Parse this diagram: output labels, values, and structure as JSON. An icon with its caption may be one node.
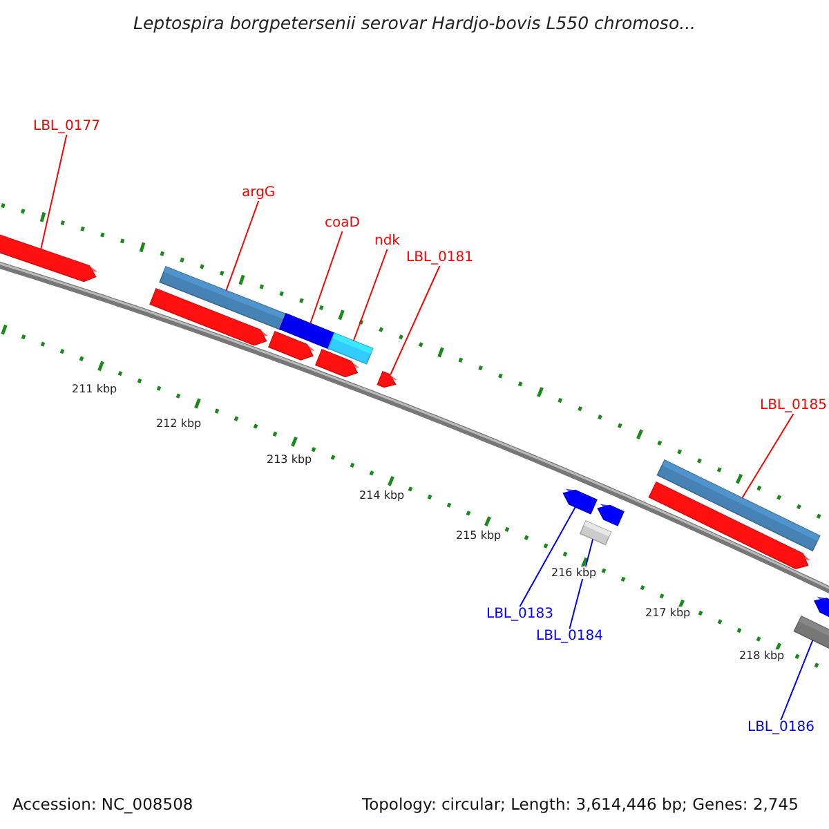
{
  "diagram": {
    "title": "Leptospira borgpetersenii serovar Hardjo-bovis L550 chromoso...",
    "nodes": [
      {
        "text": [
          "LBL_0177"
        ]
      },
      {
        "text": [
          "argG"
        ]
      },
      {
        "text": [
          "coaD"
        ]
      },
      {
        "text": [
          "ndk"
        ]
      },
      {
        "text": [
          "LBL_0181"
        ]
      },
      {
        "text": [
          "LBL_0185"
        ]
      },
      {
        "text": [
          "LBL_0183"
        ]
      },
      {
        "text": [
          "LBL_0184"
        ]
      },
      {
        "text": [
          "LBL_0186"
        ]
      },
      {
        "text": [],
        "shape": "arrow"
      },
      {
        "text": [],
        "shape": "bar"
      },
      {
        "text": [],
        "shape": "bar"
      },
      {
        "text": [],
        "shape": "bar"
      },
      {
        "text": [],
        "shape": "arrow"
      },
      {
        "text": [],
        "shape": "arrow"
      },
      {
        "text": [],
        "shape": "arrow"
      },
      {
        "text": [],
        "shape": "arrow"
      },
      {
        "text": [],
        "shape": "arrow"
      },
      {
        "text": [],
        "shape": "arrow"
      },
      {
        "text": [],
        "shape": "bar"
      },
      {
        "text": [],
        "shape": "bar"
      },
      {
        "text": [],
        "shape": "arrow"
      },
      {
        "text": [],
        "shape": "arrow"
      },
      {
        "text": [],
        "shape": "bar"
      }
    ],
    "edges": [
      {
        "from": 0,
        "to": 9,
        "arrow": "none"
      },
      {
        "from": 1,
        "to": 10,
        "arrow": "none"
      },
      {
        "from": 2,
        "to": 11,
        "arrow": "none"
      },
      {
        "from": 3,
        "to": 12,
        "arrow": "none"
      },
      {
        "from": 4,
        "to": 16,
        "arrow": "none"
      },
      {
        "from": 5,
        "to": 20,
        "arrow": "none"
      },
      {
        "from": 6,
        "to": 17,
        "arrow": "none",
        "color": "#0000ff"
      },
      {
        "from": 7,
        "to": 19,
        "arrow": "none",
        "color": "#0000ff"
      },
      {
        "from": 8,
        "to": 23,
        "arrow": "none",
        "color": "#0000ff"
      }
    ],
    "labels": [
      "211 kbp",
      "212 kbp",
      "213 kbp",
      "214 kbp",
      "215 kbp",
      "216 kbp",
      "217 kbp",
      "218 kbp",
      "Accession: NC_008508",
      "Topology: circular; Length: 3,614,446 bp; Genes: 2,745"
    ]
  }
}
